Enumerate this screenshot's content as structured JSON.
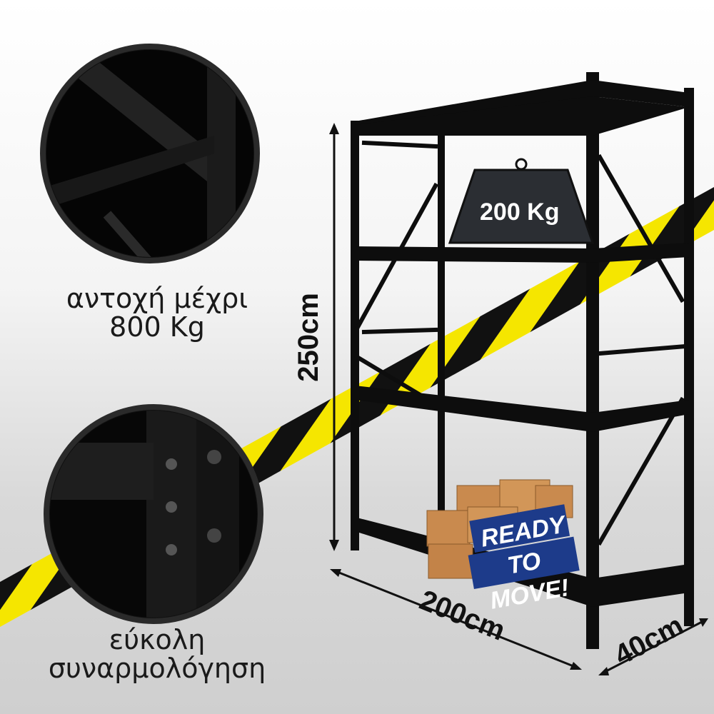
{
  "features": [
    {
      "line1": "αντοχή μέχρι",
      "line2": "800 Kg"
    },
    {
      "line1": "εύκολη",
      "line2": "συναρμολόγηση"
    }
  ],
  "dimensions": {
    "height": "250cm",
    "width": "200cm",
    "depth": "40cm"
  },
  "weight_label": "200 Kg",
  "badge": {
    "line1": "READY",
    "line2": "TO MOVE!"
  },
  "colors": {
    "tape_yellow": "#f5e600",
    "tape_black": "#111111",
    "shelf": "#0d0d0d",
    "box": "#c98a4e",
    "badge": "#1d3b8a"
  }
}
